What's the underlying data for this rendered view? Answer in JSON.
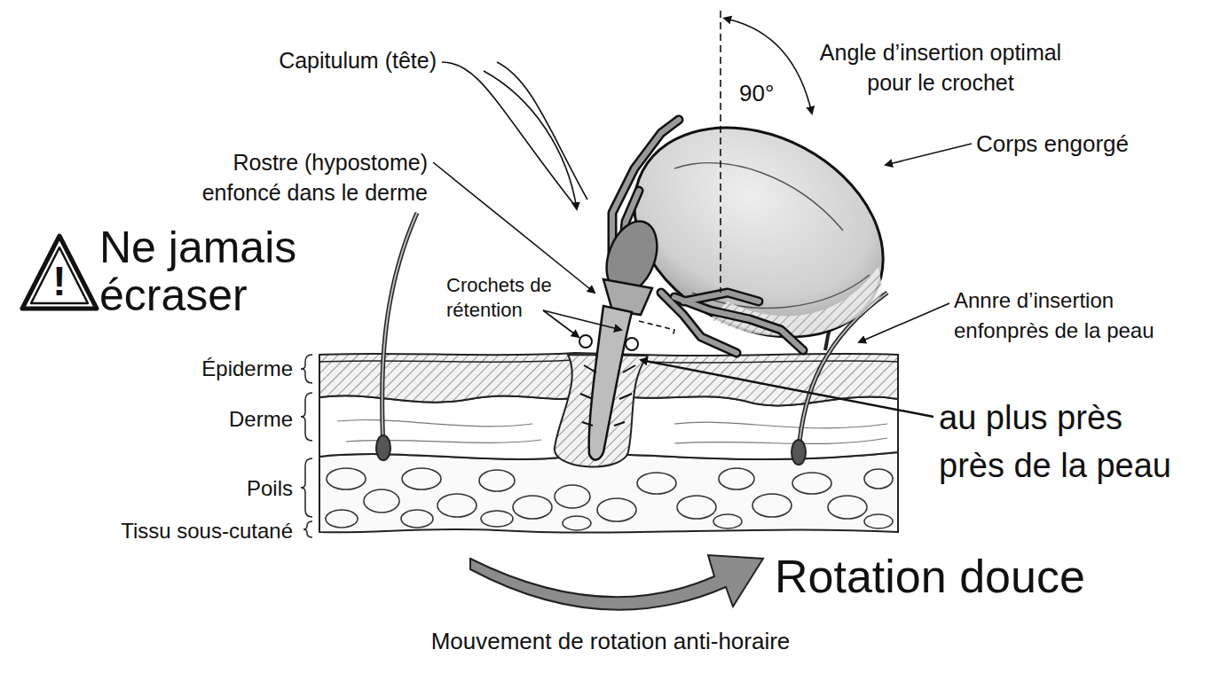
{
  "diagram": {
    "nodes": [
      {
        "text": [
          "!"
        ]
      }
    ],
    "labels": [
      "Capitulum (tête)",
      "Rostre (hypostome) enfoncé dans le derme",
      "Angle d’insertion optimal pour le crochet",
      "90°",
      "Corps engorgé",
      "Ne jamais écraser",
      "Crochets de rétention",
      "Annre d’insertion enfonprès de la peau",
      "Épiderme",
      "Derme",
      "Poils",
      "Tissu sous-cutané",
      "au plus près près de la peau",
      "Rotation douce",
      "Mouvement de rotation anti-horaire"
    ]
  }
}
